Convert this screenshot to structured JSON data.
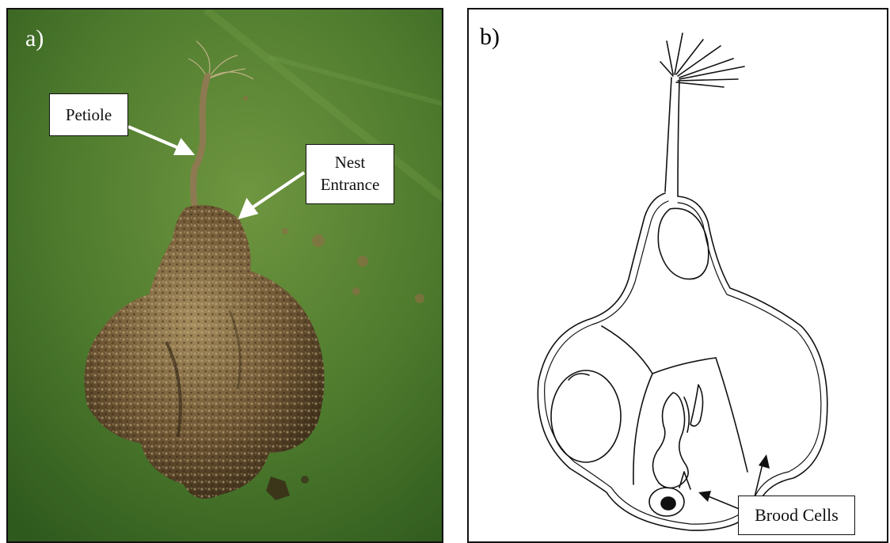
{
  "panel_a": {
    "label": "a)",
    "callouts": {
      "petiole": "Petiole",
      "nest_entrance_line1": "Nest",
      "nest_entrance_line2": "Entrance"
    }
  },
  "panel_b": {
    "label": "b)",
    "callouts": {
      "brood_cells": "Brood Cells"
    }
  },
  "colors": {
    "background_green": "#4f7a2f",
    "nest_brown": "#6b5330",
    "line": "#111111"
  }
}
